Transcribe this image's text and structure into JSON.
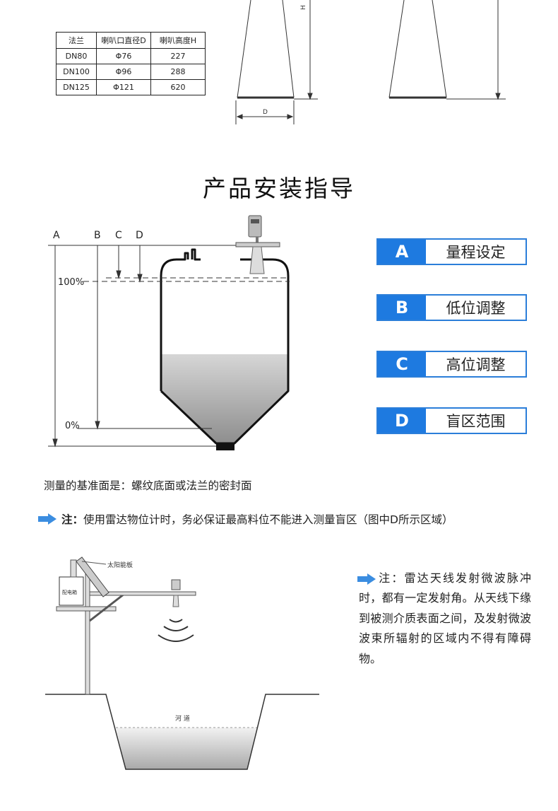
{
  "flange_table": {
    "headers": [
      "法兰",
      "喇叭口直径D",
      "喇叭高度H"
    ],
    "rows": [
      [
        "DN80",
        "Φ76",
        "227"
      ],
      [
        "DN100",
        "Φ96",
        "288"
      ],
      [
        "DN125",
        "Φ121",
        "620"
      ]
    ]
  },
  "horn_diagram": {
    "h_label": "H",
    "d_label": "D"
  },
  "section_title": "产品安装指导",
  "tank_diagram": {
    "col_labels": [
      "A",
      "B",
      "C",
      "D"
    ],
    "level_100": "100%",
    "level_0": "0%"
  },
  "legend": [
    {
      "letter": "A",
      "text": "量程设定"
    },
    {
      "letter": "B",
      "text": "低位调整"
    },
    {
      "letter": "C",
      "text": "高位调整"
    },
    {
      "letter": "D",
      "text": "盲区范围"
    }
  ],
  "reference_note": "测量的基准面是：螺纹底面或法兰的密封面",
  "warning_note": {
    "prefix": "注：",
    "text": "使用雷达物位计时，务必保证最高料位不能进入测量盲区（图中D所示区域）"
  },
  "river_diagram": {
    "solar_label": "太阳能板",
    "box_label": "配电箱",
    "river_label": "河 道"
  },
  "side_note": "注：雷达天线发射微波脉冲时，都有一定发射角。从天线下缘到被测介质表面之间，及发射微波波束所辐射的区域内不得有障碍物。",
  "colors": {
    "accent": "#1e7ae0",
    "arrow": "#3b8de0"
  }
}
